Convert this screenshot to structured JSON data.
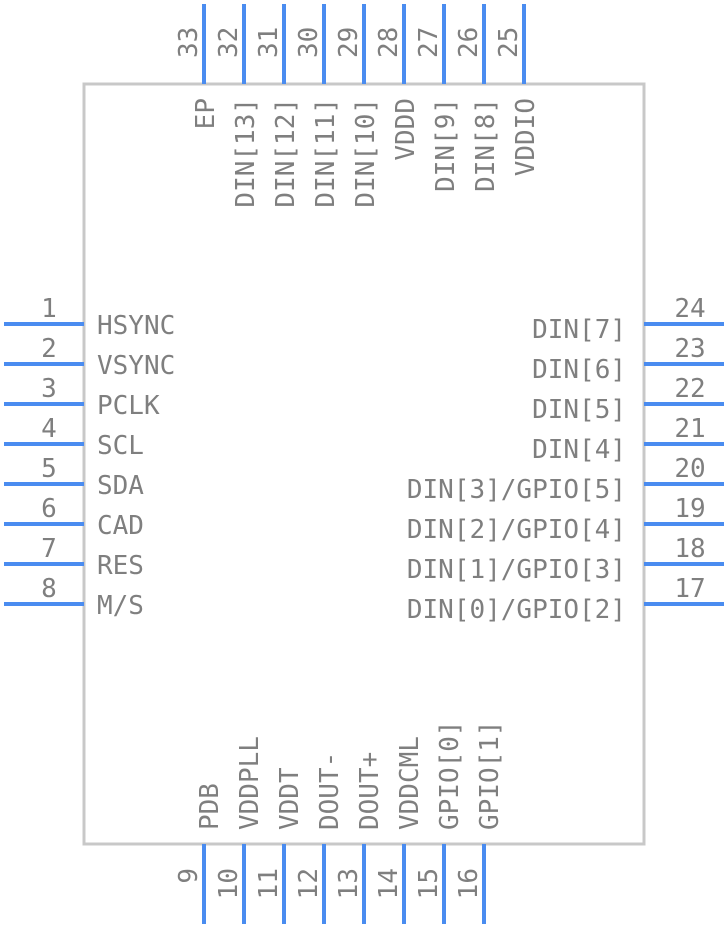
{
  "colors": {
    "pin": "#4a8cf0",
    "body_stroke": "#c8c8c8",
    "text": "#7f7f7f",
    "background": "#ffffff"
  },
  "left_pins": [
    {
      "number": "1",
      "label": "HSYNC"
    },
    {
      "number": "2",
      "label": "VSYNC"
    },
    {
      "number": "3",
      "label": "PCLK"
    },
    {
      "number": "4",
      "label": "SCL"
    },
    {
      "number": "5",
      "label": "SDA"
    },
    {
      "number": "6",
      "label": "CAD"
    },
    {
      "number": "7",
      "label": "RES"
    },
    {
      "number": "8",
      "label": "M/S"
    }
  ],
  "right_pins": [
    {
      "number": "24",
      "label": "DIN[7]"
    },
    {
      "number": "23",
      "label": "DIN[6]"
    },
    {
      "number": "22",
      "label": "DIN[5]"
    },
    {
      "number": "21",
      "label": "DIN[4]"
    },
    {
      "number": "20",
      "label": "DIN[3]/GPIO[5]"
    },
    {
      "number": "19",
      "label": "DIN[2]/GPIO[4]"
    },
    {
      "number": "18",
      "label": "DIN[1]/GPIO[3]"
    },
    {
      "number": "17",
      "label": "DIN[0]/GPIO[2]"
    }
  ],
  "top_pins": [
    {
      "number": "33",
      "label": "EP"
    },
    {
      "number": "32",
      "label": "DIN[13]"
    },
    {
      "number": "31",
      "label": "DIN[12]"
    },
    {
      "number": "30",
      "label": "DIN[11]"
    },
    {
      "number": "29",
      "label": "DIN[10]"
    },
    {
      "number": "28",
      "label": "VDDD"
    },
    {
      "number": "27",
      "label": "DIN[9]"
    },
    {
      "number": "26",
      "label": "DIN[8]"
    },
    {
      "number": "25",
      "label": "VDDIO"
    }
  ],
  "bottom_pins": [
    {
      "number": "9",
      "label": "PDB"
    },
    {
      "number": "10",
      "label": "VDDPLL"
    },
    {
      "number": "11",
      "label": "VDDT"
    },
    {
      "number": "12",
      "label": "DOUT-"
    },
    {
      "number": "13",
      "label": "DOUT+"
    },
    {
      "number": "14",
      "label": "VDDCML"
    },
    {
      "number": "15",
      "label": "GPIO[0]"
    },
    {
      "number": "16",
      "label": "GPIO[1]"
    }
  ]
}
